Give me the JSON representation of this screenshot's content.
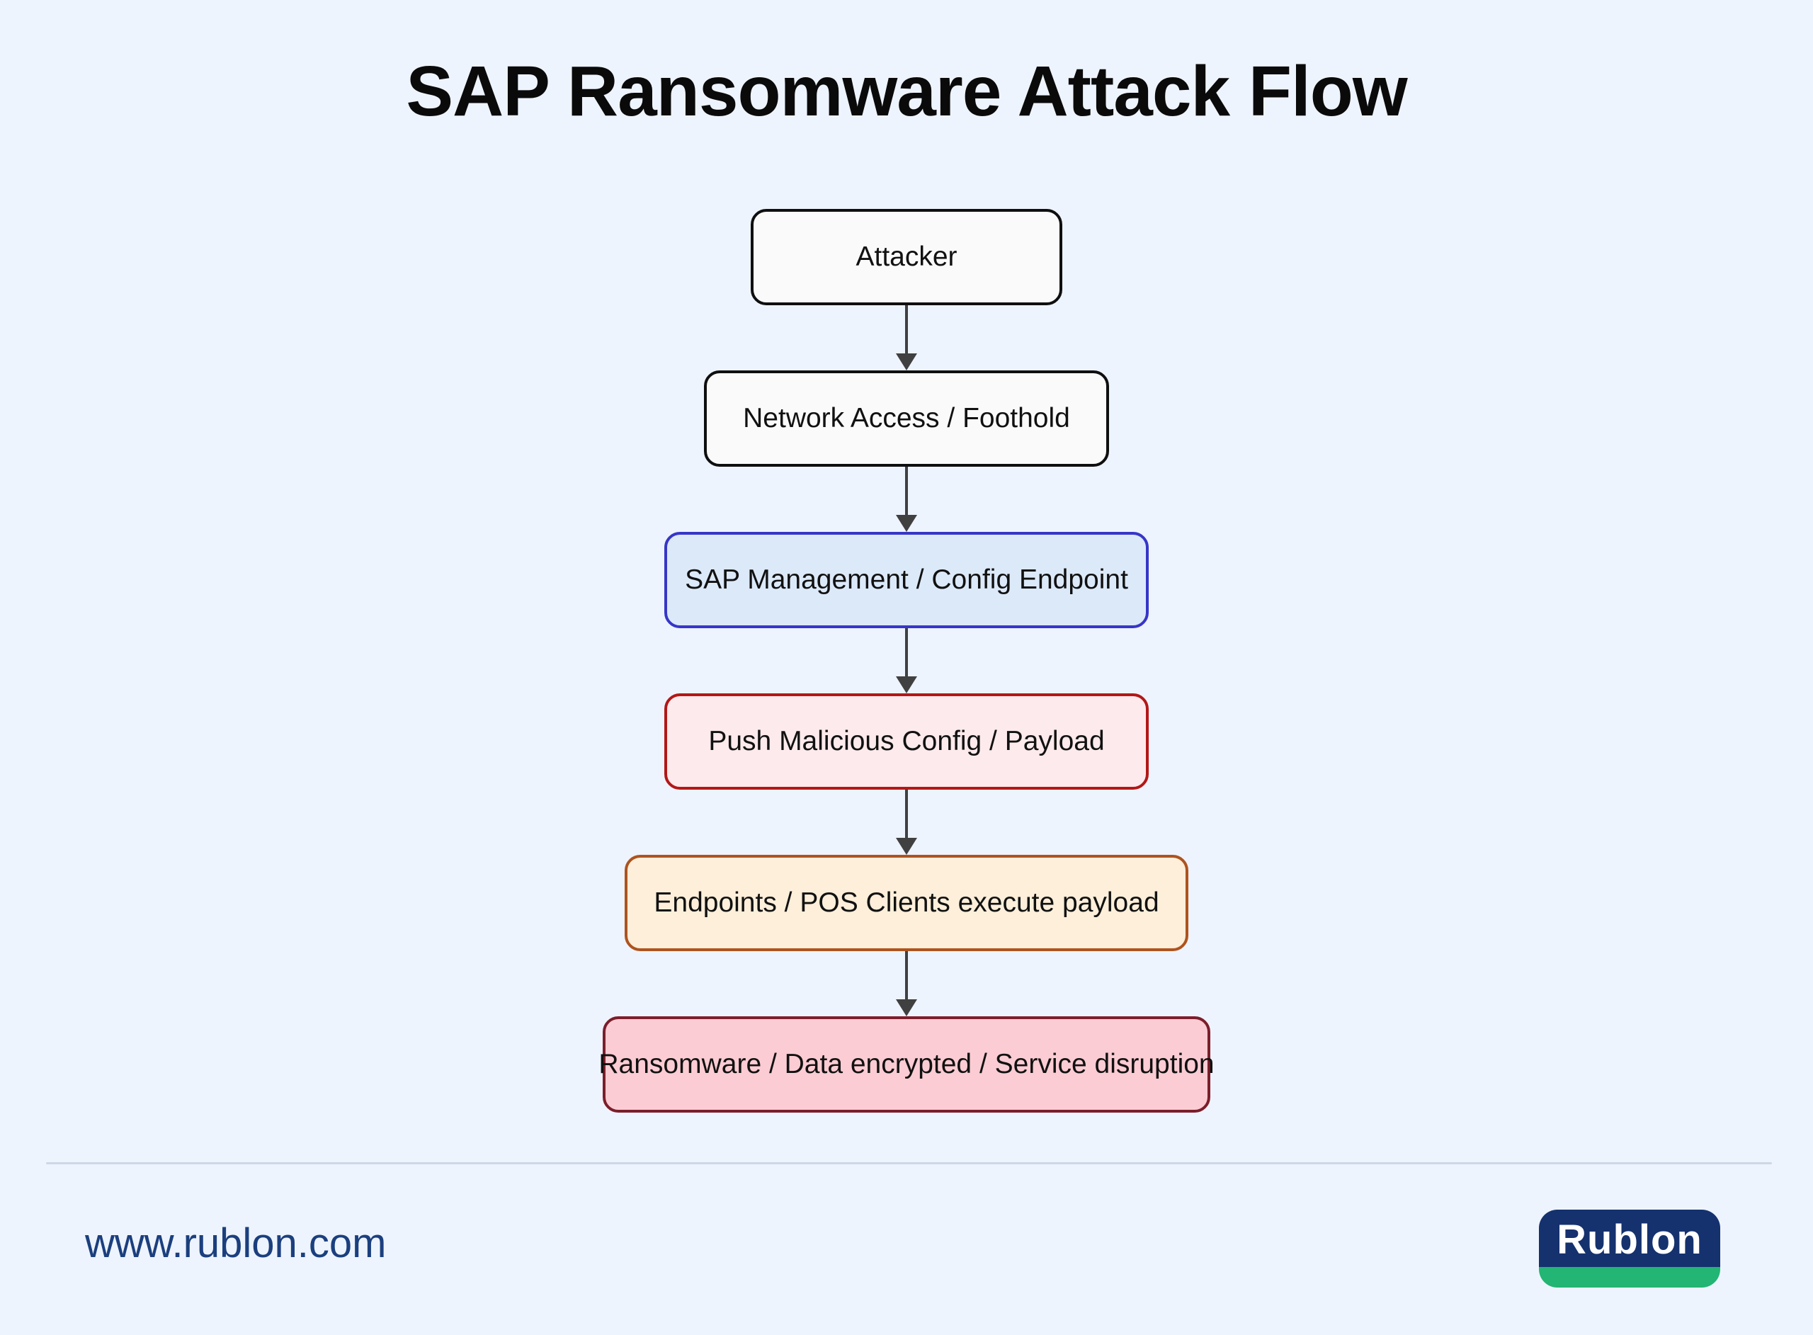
{
  "title": "SAP Ransomware Attack Flow",
  "page": {
    "background": "#eef4fd",
    "divider_color": "#cdd8e6"
  },
  "flow": {
    "arrow_color": "#404040",
    "nodes": [
      {
        "label": "Attacker",
        "fill": "#fafafa",
        "border": "#0f0f0f"
      },
      {
        "label": "Network Access / Foothold",
        "fill": "#fafafa",
        "border": "#0f0f0f"
      },
      {
        "label": "SAP Management / Config Endpoint",
        "fill": "#dce9f9",
        "border": "#3636c8"
      },
      {
        "label": "Push Malicious Config / Payload",
        "fill": "#fdeaec",
        "border": "#b31717"
      },
      {
        "label": "Endpoints / POS Clients execute payload",
        "fill": "#fdefda",
        "border": "#ae531e"
      },
      {
        "label": "Ransomware / Data encrypted / Service disruption",
        "fill": "#fbccd3",
        "border": "#7c1e2a"
      }
    ]
  },
  "footer": {
    "website": "www.rublon.com",
    "website_color": "#1b3f7e",
    "logo": {
      "text": "Rublon",
      "navy": "#15316e",
      "green": "#22b573",
      "text_color": "#ffffff"
    }
  }
}
